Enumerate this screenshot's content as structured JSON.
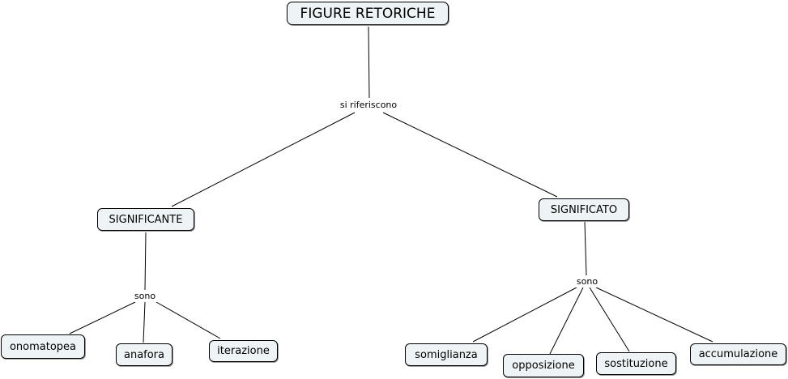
{
  "concept_map": {
    "root": "FIGURE RETORICHE",
    "root_link": "si riferiscono",
    "left": {
      "title": "SIGNIFICANTE",
      "link": "sono",
      "children": [
        "onomatopea",
        "anafora",
        "iterazione"
      ]
    },
    "right": {
      "title": "SIGNIFICATO",
      "link": "sono",
      "children": [
        "somiglianza",
        "opposizione",
        "sostituzione",
        "accumulazione"
      ]
    }
  }
}
